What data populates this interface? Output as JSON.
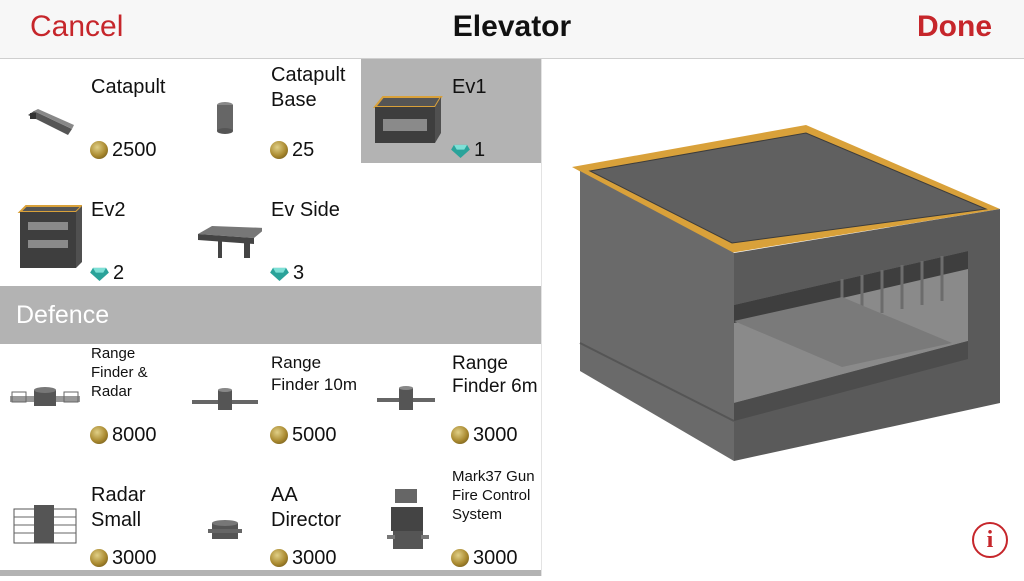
{
  "header": {
    "cancel_label": "Cancel",
    "title": "Elevator",
    "done_label": "Done"
  },
  "items": [
    {
      "name": "Catapult",
      "price": "2500",
      "currency": "coin"
    },
    {
      "name": "Catapult Base",
      "price": "25",
      "currency": "coin"
    },
    {
      "name": "Ev1",
      "price": "1",
      "currency": "gem",
      "selected": true
    },
    {
      "name": "Ev2",
      "price": "2",
      "currency": "gem"
    },
    {
      "name": "Ev Side",
      "price": "3",
      "currency": "gem"
    }
  ],
  "defence_section": {
    "label": "Defence",
    "items": [
      {
        "name": "Range Finder & Radar",
        "price": "8000",
        "currency": "coin"
      },
      {
        "name": "Range Finder 10m",
        "price": "5000",
        "currency": "coin"
      },
      {
        "name": "Range Finder 6m",
        "price": "3000",
        "currency": "coin"
      },
      {
        "name": "Radar Small",
        "price": "3000",
        "currency": "coin"
      },
      {
        "name": "AA Director",
        "price": "3000",
        "currency": "coin"
      },
      {
        "name": "Mark37 Gun Fire Control System",
        "price": "3000",
        "currency": "coin"
      }
    ]
  },
  "colors": {
    "accent": "#c6262b",
    "section_bg": "#b3b3b3",
    "model_trim": "#d9a13a",
    "model_body": "#6f6f6f"
  },
  "icons": {
    "coin": "coin-icon",
    "gem": "gem-icon",
    "info": "info-icon"
  },
  "info_glyph": "i"
}
